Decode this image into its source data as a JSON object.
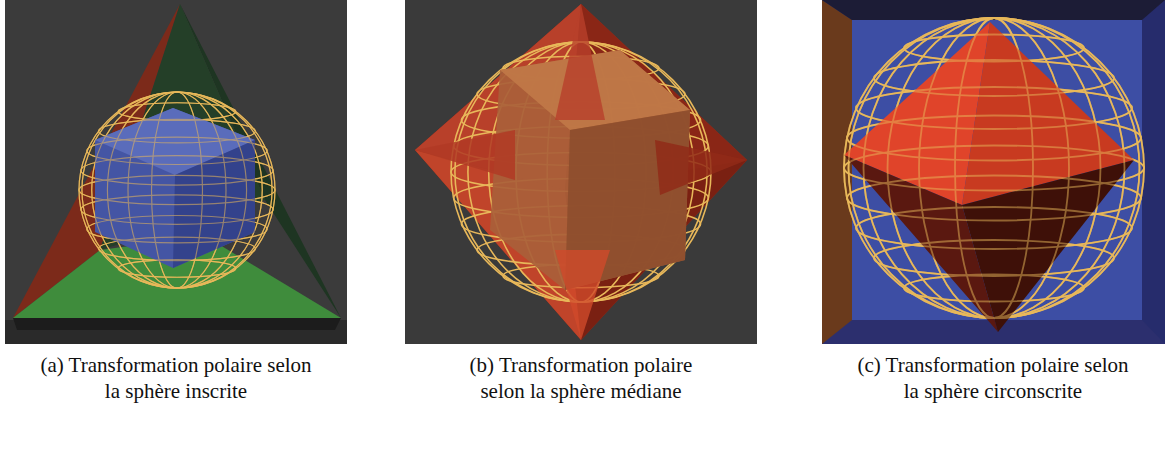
{
  "diagram": {
    "labels": [
      "(a) Transformation polaire selon la sphère inscrite",
      "(b) Transformation polaire selon la sphère médiane",
      "(c) Transformation polaire selon la sphère circonscrite"
    ]
  }
}
